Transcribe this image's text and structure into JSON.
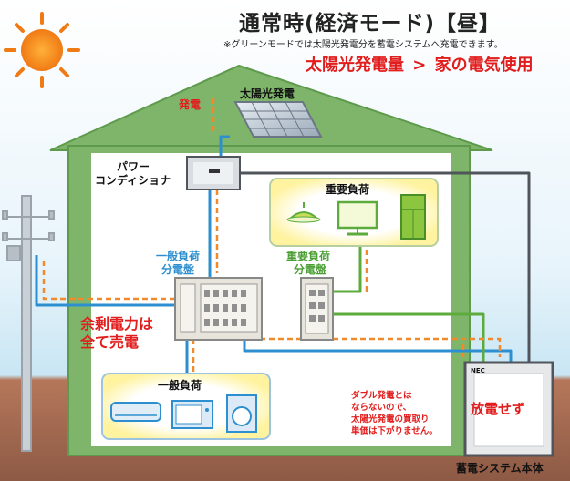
{
  "title": "通常時(経済モード)【昼】",
  "note": "※グリーンモードでは太陽光発電分を蓄電システムへ充電できます。",
  "headline": {
    "left": "太陽光発電量",
    "symbol": ">",
    "right": "家の電気使用"
  },
  "labels": {
    "generation": "発電",
    "solar_panel": "太陽光発電",
    "power_conditioner_line1": "パワー",
    "power_conditioner_line2": "コンディショナ",
    "critical_loads": "重要負荷",
    "general_panel_line1": "一般負荷",
    "general_panel_line2": "分電盤",
    "critical_panel_line1": "重要負荷",
    "critical_panel_line2": "分電盤",
    "surplus_line1": "余剰電力は",
    "surplus_line2": "全て売電",
    "general_loads": "一般負荷",
    "discharge": "放電せず",
    "battery_unit": "蓄電システム本体",
    "double_note": [
      "ダブル発電とは",
      "ならないので、",
      "太陽光発電の買取り",
      "単価は下がりません。"
    ],
    "battery_brand": "NEC"
  },
  "colors": {
    "accent_red": "#e21d1d",
    "flow_orange": "#f08a2c",
    "wire_blue": "#2d8fcf",
    "wire_green": "#5cab3c",
    "house_green": "#7fb56a"
  }
}
